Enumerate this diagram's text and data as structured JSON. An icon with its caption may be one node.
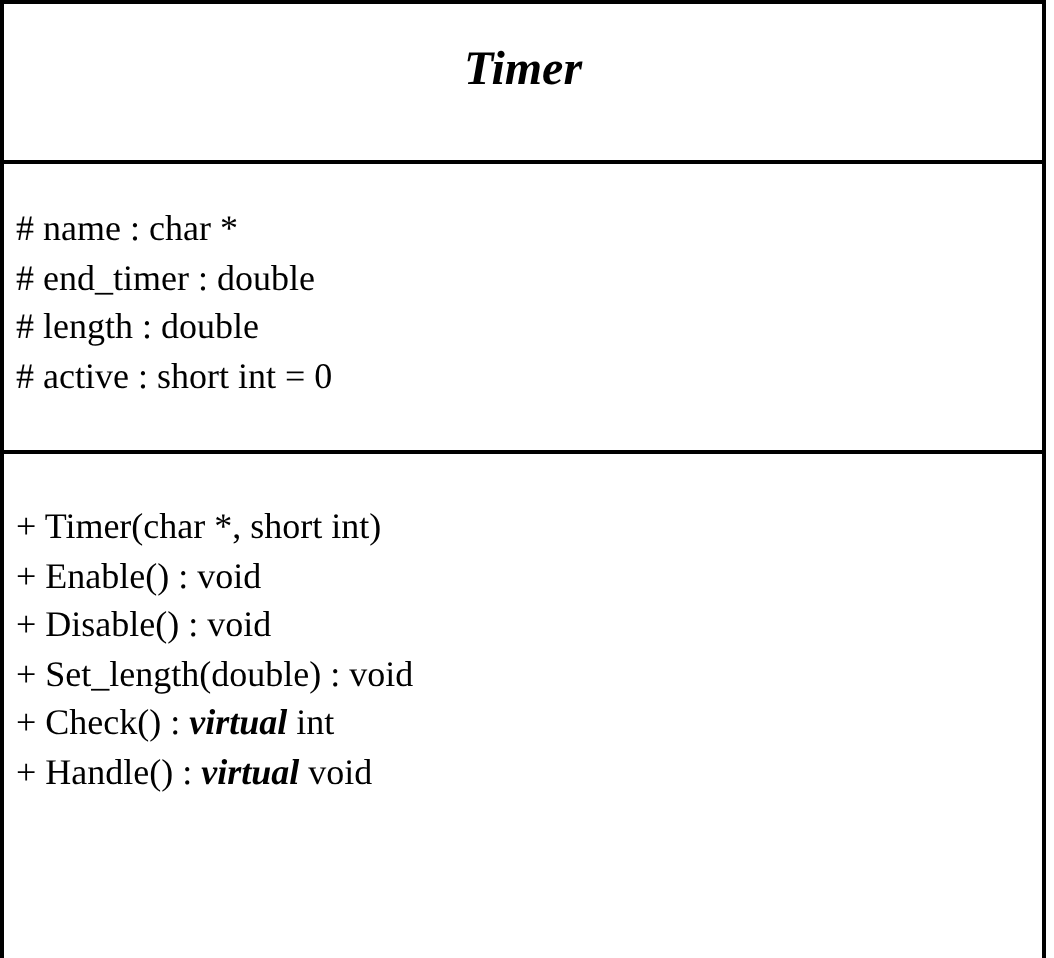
{
  "diagram": {
    "nodes": [
      {
        "text": [
          "Timer"
        ]
      },
      {
        "text": [
          "# name : char *",
          "# end_timer : double",
          "# length : double",
          "# active : short int = 0"
        ],
        "in": 0
      },
      {
        "text": [
          "+ Timer(char *, short int)",
          "+ Enable() : void",
          "+ Disable() : void",
          "+ Set_length(double) : void",
          "+ Check() : **virtual** int",
          "+ Handle() : **virtual** void"
        ],
        "in": 0
      }
    ]
  }
}
